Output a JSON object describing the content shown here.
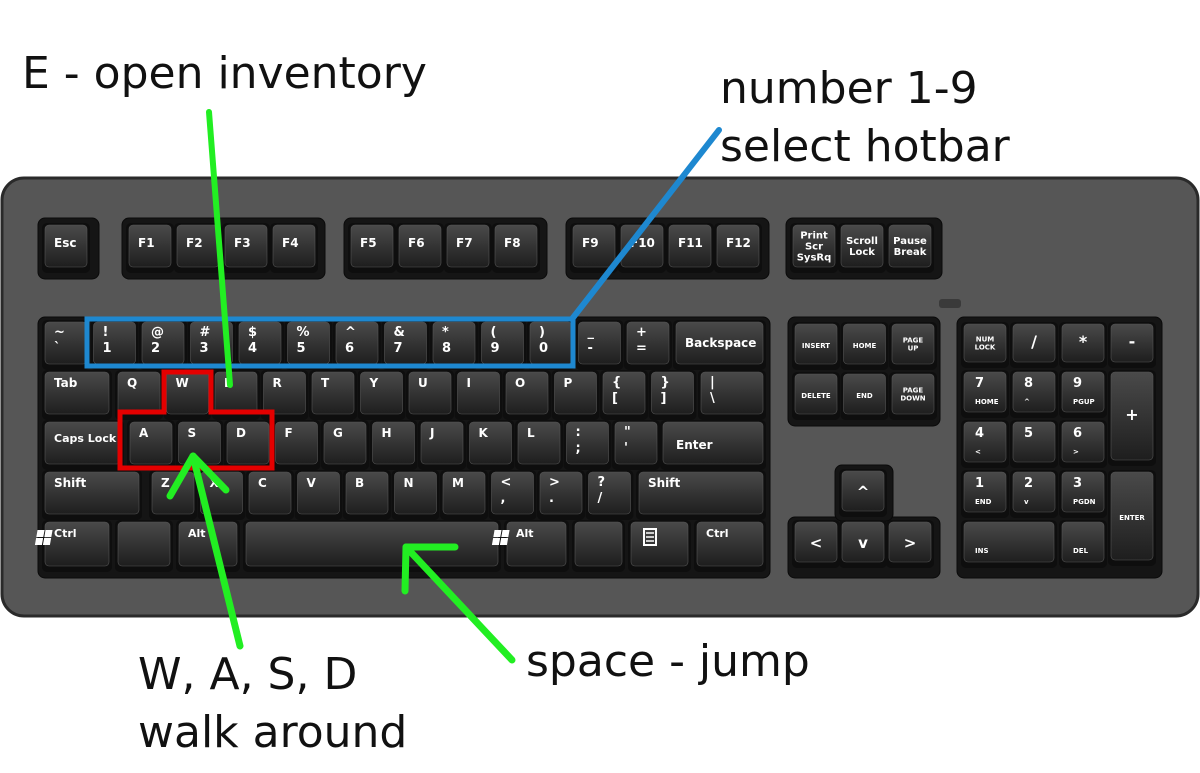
{
  "annotations": {
    "inventory": "E - open inventory",
    "hotbar_line1": "number 1-9",
    "hotbar_line2": "select hotbar",
    "wasd_line1": "W, A, S, D",
    "wasd_line2": "walk around",
    "space": "space - jump"
  },
  "colors": {
    "keyboard_body": "#565656",
    "key_face": "#2c2c2c",
    "arrow_green": "#22ee22",
    "hotbar_blue": "#1e88d0",
    "wasd_red": "#e40000"
  },
  "keyboard": {
    "function_keys": [
      {
        "id": "esc",
        "label": "Esc"
      },
      {
        "id": "f1",
        "label": "F1"
      },
      {
        "id": "f2",
        "label": "F2"
      },
      {
        "id": "f3",
        "label": "F3"
      },
      {
        "id": "f4",
        "label": "F4"
      },
      {
        "id": "f5",
        "label": "F5"
      },
      {
        "id": "f6",
        "label": "F6"
      },
      {
        "id": "f7",
        "label": "F7"
      },
      {
        "id": "f8",
        "label": "F8"
      },
      {
        "id": "f9",
        "label": "F9"
      },
      {
        "id": "f10",
        "label": "F10"
      },
      {
        "id": "f11",
        "label": "F11"
      },
      {
        "id": "f12",
        "label": "F12"
      },
      {
        "id": "printscr",
        "lines": [
          "Print",
          "Scr",
          "SysRq"
        ]
      },
      {
        "id": "scrolllock",
        "lines": [
          "Scroll",
          "Lock"
        ]
      },
      {
        "id": "pausebreak",
        "lines": [
          "Pause",
          "Break"
        ]
      }
    ],
    "number_row": [
      {
        "id": "tilde",
        "top": "~",
        "bottom": "`"
      },
      {
        "id": "1",
        "top": "!",
        "bottom": "1"
      },
      {
        "id": "2",
        "top": "@",
        "bottom": "2"
      },
      {
        "id": "3",
        "top": "#",
        "bottom": "3"
      },
      {
        "id": "4",
        "top": "$",
        "bottom": "4"
      },
      {
        "id": "5",
        "top": "%",
        "bottom": "5"
      },
      {
        "id": "6",
        "top": "^",
        "bottom": "6"
      },
      {
        "id": "7",
        "top": "&",
        "bottom": "7"
      },
      {
        "id": "8",
        "top": "*",
        "bottom": "8"
      },
      {
        "id": "9",
        "top": "(",
        "bottom": "9"
      },
      {
        "id": "0",
        "top": ")",
        "bottom": "0"
      },
      {
        "id": "minus",
        "top": "_",
        "bottom": "-"
      },
      {
        "id": "equals",
        "top": "+",
        "bottom": "="
      },
      {
        "id": "backspace",
        "label": "Backspace"
      }
    ],
    "qwerty_row": [
      {
        "id": "tab",
        "label": "Tab"
      },
      {
        "id": "q",
        "label": "Q"
      },
      {
        "id": "w",
        "label": "W"
      },
      {
        "id": "e",
        "label": "E"
      },
      {
        "id": "r",
        "label": "R"
      },
      {
        "id": "t",
        "label": "T"
      },
      {
        "id": "y",
        "label": "Y"
      },
      {
        "id": "u",
        "label": "U"
      },
      {
        "id": "i",
        "label": "I"
      },
      {
        "id": "o",
        "label": "O"
      },
      {
        "id": "p",
        "label": "P"
      },
      {
        "id": "lbrace",
        "top": "{",
        "bottom": "["
      },
      {
        "id": "rbrace",
        "top": "}",
        "bottom": "]"
      },
      {
        "id": "pipe",
        "top": "|",
        "bottom": "\\"
      }
    ],
    "home_row": [
      {
        "id": "capslock",
        "label": "Caps Lock"
      },
      {
        "id": "a",
        "label": "A"
      },
      {
        "id": "s",
        "label": "S"
      },
      {
        "id": "d",
        "label": "D"
      },
      {
        "id": "f",
        "label": "F"
      },
      {
        "id": "g",
        "label": "G"
      },
      {
        "id": "h",
        "label": "H"
      },
      {
        "id": "j",
        "label": "J"
      },
      {
        "id": "k",
        "label": "K"
      },
      {
        "id": "l",
        "label": "L"
      },
      {
        "id": "semicolon",
        "top": ":",
        "bottom": ";"
      },
      {
        "id": "quote",
        "top": "\"",
        "bottom": "'"
      },
      {
        "id": "enter",
        "label": "Enter"
      }
    ],
    "shift_row": [
      {
        "id": "lshift",
        "label": "Shift"
      },
      {
        "id": "z",
        "label": "Z"
      },
      {
        "id": "x",
        "label": "X"
      },
      {
        "id": "c",
        "label": "C"
      },
      {
        "id": "v",
        "label": "V"
      },
      {
        "id": "b",
        "label": "B"
      },
      {
        "id": "n",
        "label": "N"
      },
      {
        "id": "m",
        "label": "M"
      },
      {
        "id": "comma",
        "top": "<",
        "bottom": ","
      },
      {
        "id": "period",
        "top": ">",
        "bottom": "."
      },
      {
        "id": "slash",
        "top": "?",
        "bottom": "/"
      },
      {
        "id": "rshift",
        "label": "Shift"
      }
    ],
    "bottom_row": [
      {
        "id": "lctrl",
        "label": "Ctrl"
      },
      {
        "id": "lwin",
        "icon": "windows-icon"
      },
      {
        "id": "lalt",
        "label": "Alt"
      },
      {
        "id": "space",
        "label": ""
      },
      {
        "id": "ralt",
        "label": "Alt"
      },
      {
        "id": "rwin",
        "icon": "windows-icon"
      },
      {
        "id": "menu",
        "icon": "menu-icon"
      },
      {
        "id": "rctrl",
        "label": "Ctrl"
      }
    ],
    "nav_cluster": [
      {
        "id": "insert",
        "label": "INSERT"
      },
      {
        "id": "home",
        "label": "HOME"
      },
      {
        "id": "pageup",
        "lines": [
          "PAGE",
          "UP"
        ]
      },
      {
        "id": "delete",
        "label": "DELETE"
      },
      {
        "id": "end",
        "label": "END"
      },
      {
        "id": "pagedown",
        "lines": [
          "PAGE",
          "DOWN"
        ]
      }
    ],
    "arrow_keys": [
      {
        "id": "up",
        "label": "^"
      },
      {
        "id": "left",
        "label": "<"
      },
      {
        "id": "down",
        "label": "v"
      },
      {
        "id": "right",
        "label": ">"
      }
    ],
    "numpad": [
      {
        "id": "numlock",
        "lines": [
          "NUM",
          "LOCK"
        ]
      },
      {
        "id": "np_div",
        "label": "/"
      },
      {
        "id": "np_mul",
        "label": "*"
      },
      {
        "id": "np_sub",
        "label": "-"
      },
      {
        "id": "np7",
        "big": "7",
        "small": "HOME"
      },
      {
        "id": "np8",
        "big": "8",
        "small": "^"
      },
      {
        "id": "np9",
        "big": "9",
        "small": "PGUP"
      },
      {
        "id": "np_add",
        "label": "+"
      },
      {
        "id": "np4",
        "big": "4",
        "small": "<"
      },
      {
        "id": "np5",
        "big": "5",
        "small": ""
      },
      {
        "id": "np6",
        "big": "6",
        "small": ">"
      },
      {
        "id": "np1",
        "big": "1",
        "small": "END"
      },
      {
        "id": "np2",
        "big": "2",
        "small": "v"
      },
      {
        "id": "np3",
        "big": "3",
        "small": "PGDN"
      },
      {
        "id": "np_enter",
        "label": "ENTER"
      },
      {
        "id": "np0",
        "big": "",
        "small": "INS"
      },
      {
        "id": "np_dot",
        "big": "",
        "small": "DEL"
      }
    ]
  }
}
